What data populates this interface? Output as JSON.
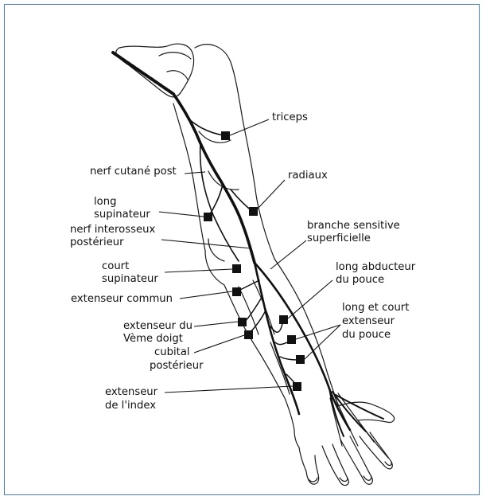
{
  "figure": {
    "labels": {
      "triceps": "triceps",
      "nerf_cutane_post": "nerf cutané post",
      "radiaux": "radiaux",
      "long_supinateur_1": "long",
      "long_supinateur_2": "supinateur",
      "nerf_interosseux_1": "nerf interosseux",
      "nerf_interosseux_2": "postérieur",
      "branche_sensitive_1": "branche sensitive",
      "branche_sensitive_2": "superficielle",
      "court_supinateur_1": "court",
      "court_supinateur_2": "supinateur",
      "long_abducteur_1": "long abducteur",
      "long_abducteur_2": "du pouce",
      "extenseur_commun": "extenseur commun",
      "long_court_ext_1": "long et court",
      "long_court_ext_2": "extenseur",
      "long_court_ext_3": "du pouce",
      "ext_veme_1": "extenseur du",
      "ext_veme_2": "Vème doigt",
      "cubital_post_1": "cubital",
      "cubital_post_2": "postérieur",
      "ext_index_1": "extenseur",
      "ext_index_2": "de l'index"
    },
    "colors": {
      "frame": "#4a7ebb",
      "ink": "#111111"
    }
  }
}
